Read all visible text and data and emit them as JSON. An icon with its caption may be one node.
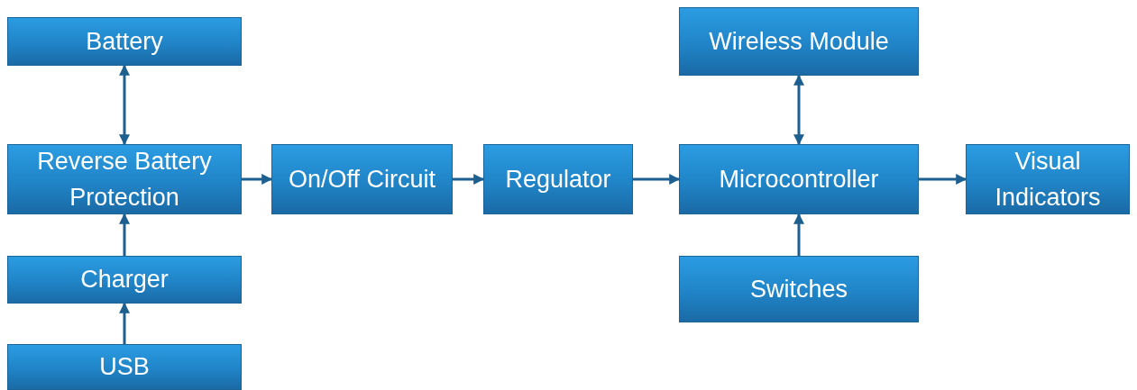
{
  "diagram": {
    "nodes": [
      {
        "text": [
          "Battery"
        ]
      },
      {
        "text": [
          "Wireless Module"
        ]
      },
      {
        "text": [
          "Reverse Battery Protection"
        ]
      },
      {
        "text": [
          "On/Off Circuit"
        ]
      },
      {
        "text": [
          "Regulator"
        ]
      },
      {
        "text": [
          "Microcontroller"
        ]
      },
      {
        "text": [
          "Visual Indicators"
        ]
      },
      {
        "text": [
          "Charger"
        ]
      },
      {
        "text": [
          "Switches"
        ]
      },
      {
        "text": [
          "USB"
        ]
      }
    ],
    "edges": [
      {
        "from": 0,
        "to": 2,
        "arrow": "both"
      },
      {
        "from": 7,
        "to": 2,
        "arrow": "to"
      },
      {
        "from": 9,
        "to": 7,
        "arrow": "to"
      },
      {
        "from": 2,
        "to": 3,
        "arrow": "to"
      },
      {
        "from": 3,
        "to": 4,
        "arrow": "to"
      },
      {
        "from": 4,
        "to": 5,
        "arrow": "to"
      },
      {
        "from": 1,
        "to": 5,
        "arrow": "both"
      },
      {
        "from": 8,
        "to": 5,
        "arrow": "to"
      },
      {
        "from": 5,
        "to": 6,
        "arrow": "to"
      }
    ]
  }
}
